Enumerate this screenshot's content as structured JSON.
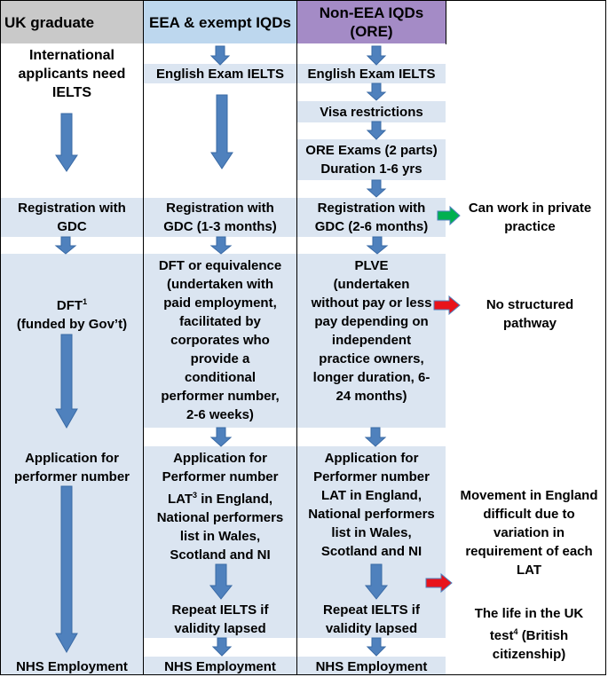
{
  "headers": {
    "uk": "UK graduate",
    "eea": "EEA & exempt IQDs",
    "noneea": "Non-EEA IQDs (ORE)"
  },
  "uk_col": {
    "ielts_note": [
      "International",
      "applicants need",
      "IELTS"
    ],
    "registration": [
      "Registration with",
      "GDC"
    ],
    "dft": [
      "DFT",
      "(funded by Gov’t)"
    ],
    "dft_sup": "1",
    "application": [
      "Application for",
      "performer number"
    ],
    "nhs": "NHS Employment"
  },
  "eea_col": {
    "english": "English Exam IELTS",
    "registration": [
      "Registration with",
      "GDC (1-3 months)"
    ],
    "dft": [
      "DFT or equivalence",
      "(undertaken with",
      "paid employment,",
      "facilitated by",
      "corporates who",
      "provide a",
      "conditional",
      "performer number,",
      "2-6 weeks)"
    ],
    "application": [
      "Application for",
      "Performer number",
      "in England,",
      "National performers",
      "list in Wales,",
      "Scotland and NI"
    ],
    "lat_prefix": "LAT",
    "lat_sup": "3",
    "repeat": [
      "Repeat IELTS if",
      "validity lapsed"
    ],
    "nhs": "NHS Employment"
  },
  "noneea_col": {
    "english": "English Exam IELTS",
    "visa": "Visa restrictions",
    "ore": [
      "ORE Exams (2 parts)",
      "Duration 1-6 yrs"
    ],
    "registration": [
      "Registration with",
      "GDC (2-6 months)"
    ],
    "plve": [
      "PLVE",
      "(undertaken",
      "without pay or less",
      "pay depending on",
      "independent",
      "practice owners,",
      "longer duration, 6-",
      "24 months)"
    ],
    "application": [
      "Application for",
      "Performer number",
      "LAT in England,",
      "National performers",
      "list in Wales,",
      "Scotland and NI"
    ],
    "repeat": [
      "Repeat IELTS if",
      "validity lapsed"
    ],
    "nhs": "NHS Employment"
  },
  "outcomes": {
    "private": [
      "Can work in private",
      "practice"
    ],
    "no_pathway": [
      "No structured",
      "pathway"
    ],
    "movement": [
      "Movement in England",
      "difficult due to",
      "variation in",
      "requirement of each",
      "LAT"
    ],
    "life_test": [
      "The life in the UK",
      "(British",
      "citizenship)"
    ],
    "life_test_prefix": "test",
    "life_test_sup": "4"
  },
  "colors": {
    "uk_header": "#c9c9c9",
    "eea_header": "#bdd7ee",
    "noneea_header": "#a48bc6",
    "band": "#dbe5f1",
    "down_arrow": "#4f81bd",
    "green_arrow": "#00b050",
    "red_arrow": "#e8131b"
  }
}
